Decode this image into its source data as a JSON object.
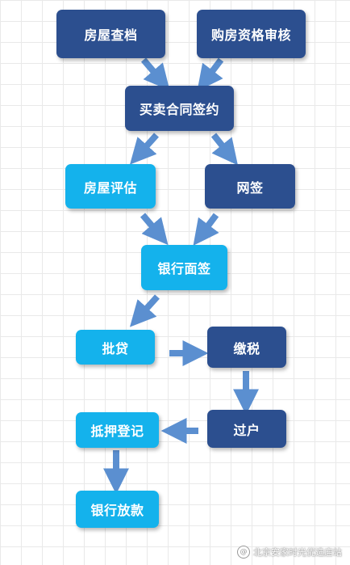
{
  "colors": {
    "dark": "#2c4f8f",
    "light": "#14b2ec",
    "arrow": "#5b8fd0"
  },
  "nodes": {
    "house_check": "房屋查档",
    "purchase_qualification": "购房资格审核",
    "sales_contract": "买卖合同签约",
    "house_appraisal": "房屋评估",
    "online_signing": "网签",
    "bank_interview": "银行面签",
    "loan_approval": "批贷",
    "tax_payment": "缴税",
    "transfer": "过户",
    "mortgage_registration": "抵押登记",
    "bank_disbursement": "银行放款"
  },
  "watermark": {
    "icon": "@",
    "text": "北京安家时光优选店站"
  }
}
